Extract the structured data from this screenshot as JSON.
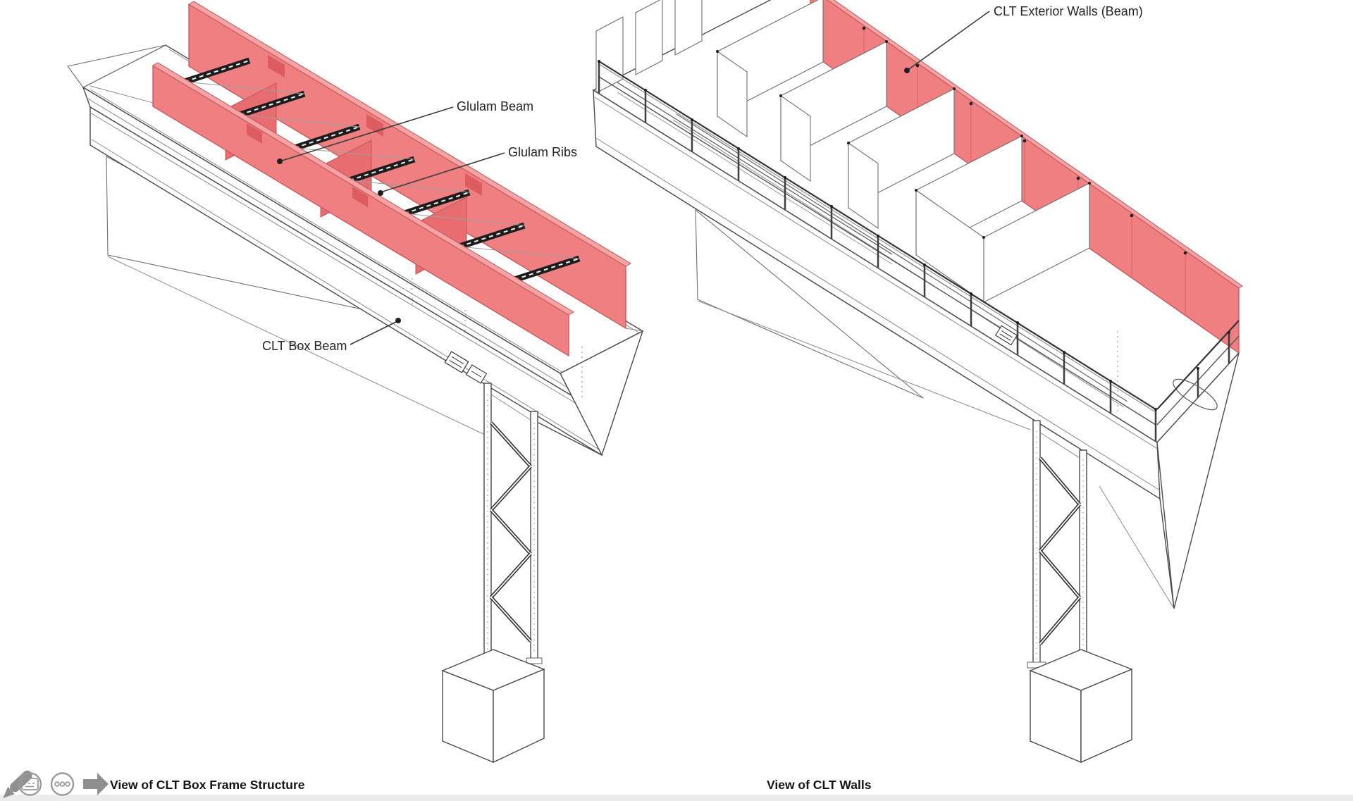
{
  "page": {
    "background": "#ffffff",
    "bottom_strip_color": "#ececec"
  },
  "colors": {
    "highlight_red": "#ef7f81",
    "highlight_red_light": "#f5a3a4",
    "highlight_red_dark": "#e86d70",
    "highlight_red_notch": "#dd5c60",
    "red_stroke": "#c45557",
    "line_dark": "#4a4a4a",
    "icon_gray": "#8f8f8f",
    "label_text": "#232323",
    "caption_text": "#141414"
  },
  "left_figure": {
    "caption": "View of CLT Box Frame Structure",
    "labels": {
      "glulam_beam": "Glulam Beam",
      "glulam_ribs": "Glulam Ribs",
      "clt_box_beam": "CLT Box Beam"
    }
  },
  "right_figure": {
    "caption": "View of CLT Walls",
    "labels": {
      "clt_exterior_walls": "CLT Exterior Walls (Beam)"
    }
  },
  "toolbar": {
    "icons": [
      "pencil-icon",
      "keyboard-icon",
      "ellipsis-icon",
      "arrow-icon"
    ]
  }
}
